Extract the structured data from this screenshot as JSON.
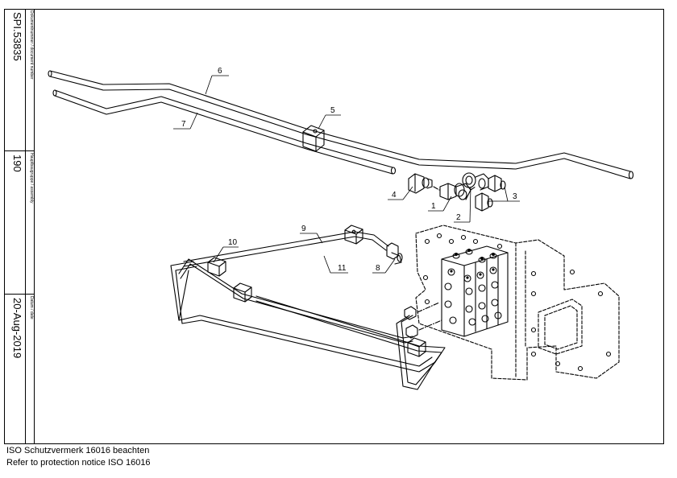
{
  "sidebar": {
    "document_number_label": "Dokumentnummer / document number",
    "document_number": "SPI.53835",
    "assembly_label": "Hauptbaugruppe / assembly",
    "assembly": "190",
    "date_label": "Datum / date",
    "date": "20-Aug-2019"
  },
  "callouts": [
    "1",
    "2",
    "3",
    "4",
    "5",
    "6",
    "7",
    "8",
    "9",
    "10",
    "11"
  ],
  "notice": {
    "line1": "ISO Schutzvermerk 16016 beachten",
    "line2": "Refer to protection notice ISO 16016"
  }
}
